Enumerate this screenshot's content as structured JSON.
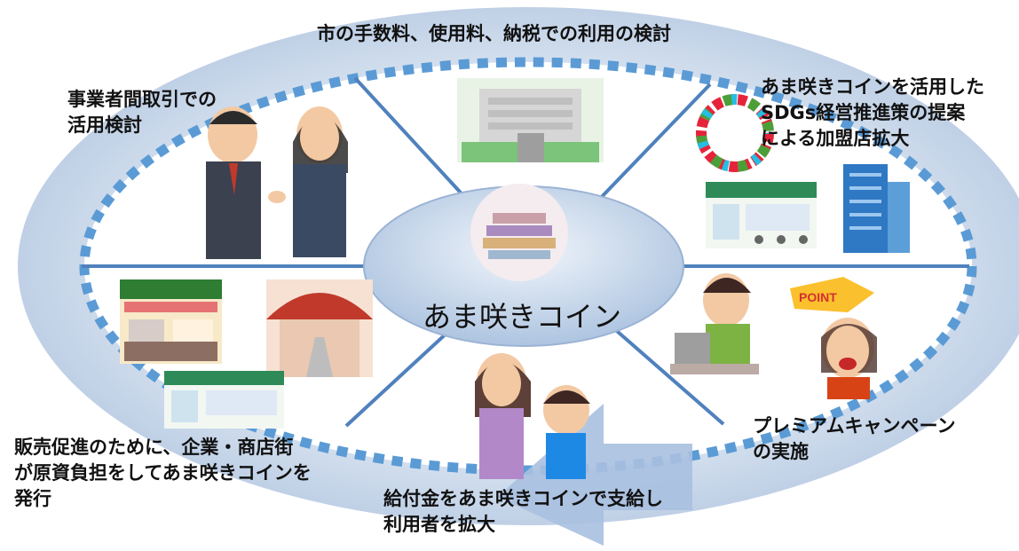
{
  "center": {
    "label": "あま咲きコイン"
  },
  "labels": {
    "top": "市の手数料、使用料、納税での利用の検討",
    "top_left": [
      "事業者間取引での",
      "活用検討"
    ],
    "top_right": [
      "あま咲きコインを活用した",
      "SDGs経営推進策の提案",
      "による加盟店拡大"
    ],
    "right": [
      "プレミアムキャンペーン",
      "の実施"
    ],
    "bottom": [
      "給付金をあま咲きコインで支給し",
      "利用者を拡大"
    ],
    "bottom_left": [
      "販売促進のために、企業・商店街",
      "が原資負担をしてあま咲きコインを",
      "発行"
    ]
  },
  "illustrations": [
    "city-hall-illustration",
    "handshake-illustration",
    "sdgs-wheel-illustration",
    "supermarket-illustration",
    "office-building-illustration",
    "shop-illustration",
    "shopping-arcade-illustration",
    "cashier-illustration",
    "point-customer-illustration",
    "mother-child-illustration",
    "coins-illustration"
  ],
  "colors": {
    "outer_ring": "#c7d6ea",
    "dashed_ring": "#5b9bd5",
    "center_fill": "#b8cce4",
    "spokes": "#4f81bd",
    "arrow": "#9fb9dc"
  }
}
